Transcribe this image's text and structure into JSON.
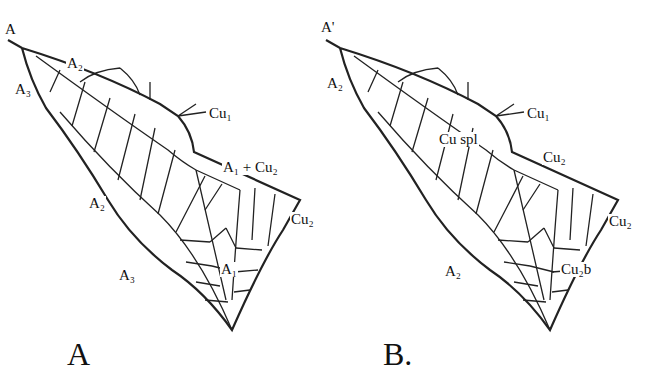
{
  "diagram": {
    "labels": [
      "A",
      "A₂",
      "A₃",
      "Cu₁",
      "A₁ + Cu₂",
      "Cu₂",
      "A₂",
      "A₃",
      "A₁",
      "A",
      "A'",
      "A₂",
      "Cu₁",
      "Cu spl",
      "Cu₂",
      "Cu₂",
      "A₂",
      "Cu₂b",
      "B."
    ]
  }
}
